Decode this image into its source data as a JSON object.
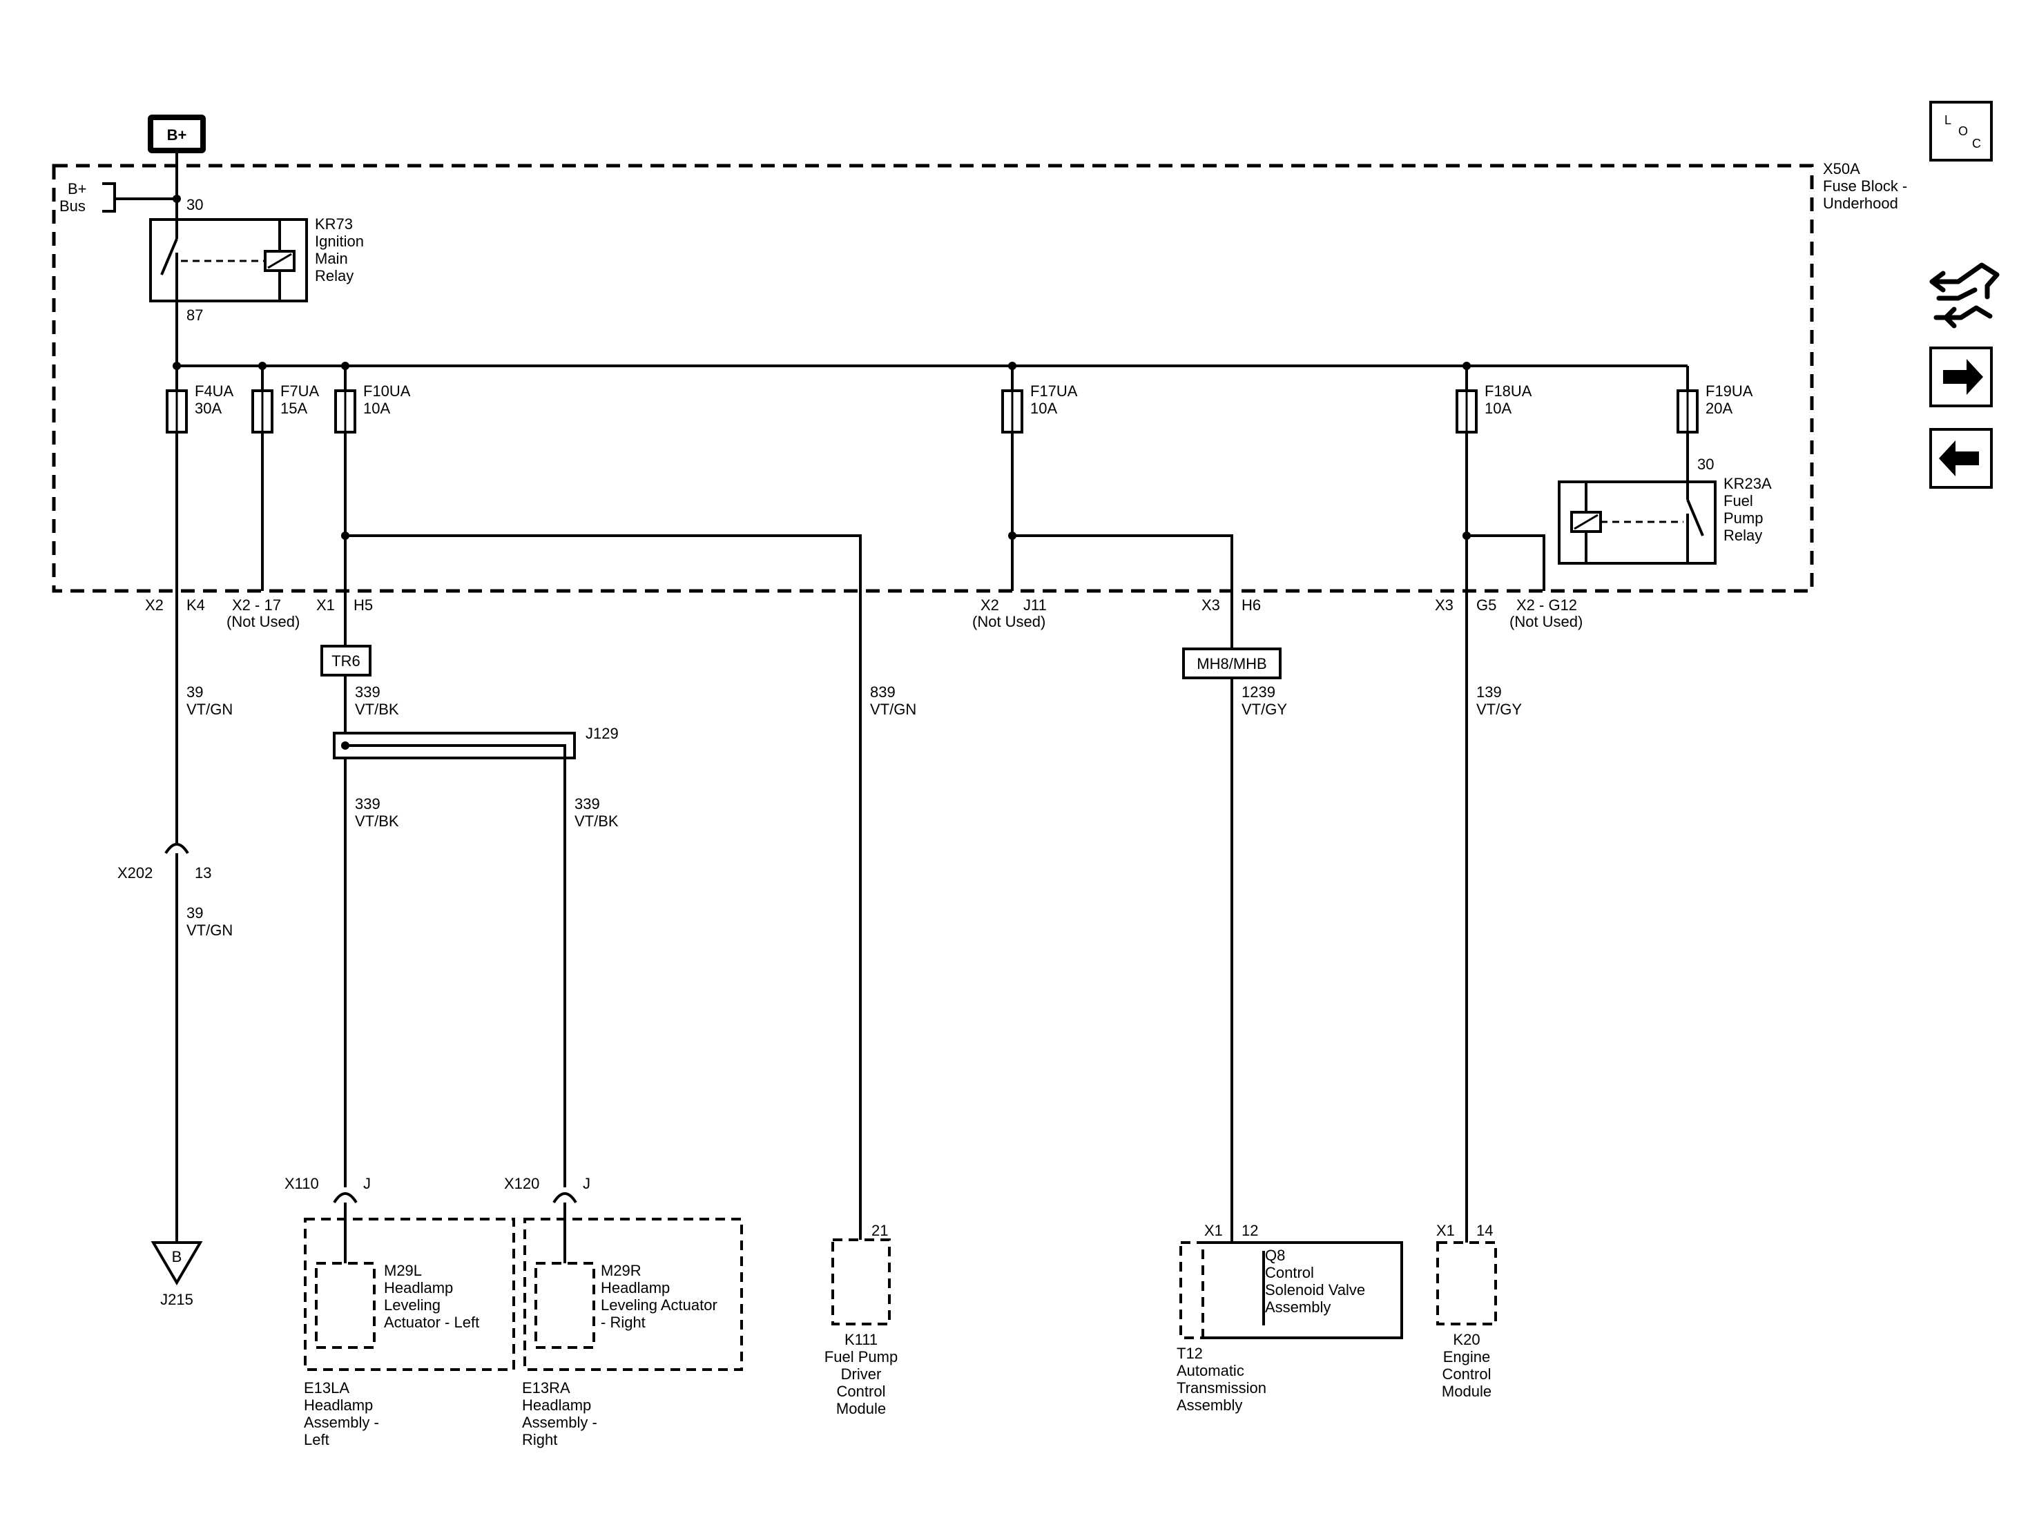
{
  "power": {
    "b_plus": "B+"
  },
  "fuse_block": {
    "name": "X50A",
    "desc1": "Fuse Block -",
    "desc2": "Underhood",
    "bus1": "B+",
    "bus2": "Bus"
  },
  "kr73": {
    "id": "KR73",
    "l1": "Ignition",
    "l2": "Main",
    "l3": "Relay",
    "pin_in": "30",
    "pin_out": "87"
  },
  "fuses": [
    {
      "name": "F4UA",
      "rating": "30A"
    },
    {
      "name": "F7UA",
      "rating": "15A"
    },
    {
      "name": "F10UA",
      "rating": "10A"
    },
    {
      "name": "F17UA",
      "rating": "10A"
    },
    {
      "name": "F18UA",
      "rating": "10A"
    },
    {
      "name": "F19UA",
      "rating": "20A"
    }
  ],
  "kr23a": {
    "id": "KR23A",
    "l1": "Fuel",
    "l2": "Pump",
    "l3": "Relay",
    "pin": "30"
  },
  "pins": {
    "x2_k4_a": "X2",
    "x2_k4_b": "K4",
    "x2_17": "X2 - 17",
    "x2_17_note": "(Not Used)",
    "x1_h5_a": "X1",
    "x1_h5_b": "H5",
    "x2_j11_a": "X2",
    "x2_j11_b": "J11",
    "x2_j11_note": "(Not Used)",
    "x3_h6_a": "X3",
    "x3_h6_b": "H6",
    "x3_g5_a": "X3",
    "x3_g5_b": "G5",
    "x2_g12": "X2 - G12",
    "x2_g12_note": "(Not Used)"
  },
  "options": {
    "tr6": "TR6",
    "mh8": "MH8/MHB"
  },
  "wires": {
    "w39a_num": "39",
    "w39a_col": "VT/GN",
    "w339_num": "339",
    "w339_col": "VT/BK",
    "w339l_num": "339",
    "w339l_col": "VT/BK",
    "w339r_num": "339",
    "w339r_col": "VT/BK",
    "w839_num": "839",
    "w839_col": "VT/GN",
    "w1239_num": "1239",
    "w1239_col": "VT/GY",
    "w139_num": "139",
    "w139_col": "VT/GY",
    "w39b_num": "39",
    "w39b_col": "VT/GN"
  },
  "splice": {
    "id": "J129"
  },
  "inline": {
    "x202": "X202",
    "x202_pin": "13",
    "x110": "X110",
    "x110_pin": "J",
    "x120": "X120",
    "x120_pin": "J"
  },
  "ground": {
    "letter": "B",
    "id": "J215"
  },
  "components": {
    "m29l": {
      "l1": "M29L",
      "l2": "Headlamp",
      "l3": "Leveling",
      "l4": "Actuator - Left"
    },
    "e13la": {
      "l1": "E13LA",
      "l2": "Headlamp",
      "l3": "Assembly -",
      "l4": "Left"
    },
    "m29r": {
      "l1": "M29R",
      "l2": "Headlamp",
      "l3": "Leveling Actuator",
      "l4": "- Right"
    },
    "e13ra": {
      "l1": "E13RA",
      "l2": "Headlamp",
      "l3": "Assembly -",
      "l4": "Right"
    },
    "k111": {
      "pin": "21",
      "l1": "K111",
      "l2": "Fuel Pump",
      "l3": "Driver",
      "l4": "Control",
      "l5": "Module"
    },
    "q8": {
      "l1": "Q8",
      "l2": "Control",
      "l3": "Solenoid Valve",
      "l4": "Assembly"
    },
    "t12": {
      "conn": "X1",
      "pin": "12",
      "l1": "T12",
      "l2": "Automatic",
      "l3": "Transmission",
      "l4": "Assembly"
    },
    "k20": {
      "conn": "X1",
      "pin": "14",
      "l1": "K20",
      "l2": "Engine",
      "l3": "Control",
      "l4": "Module"
    }
  },
  "nav": {
    "loc_l": "L",
    "loc_o": "O",
    "loc_c": "C"
  }
}
